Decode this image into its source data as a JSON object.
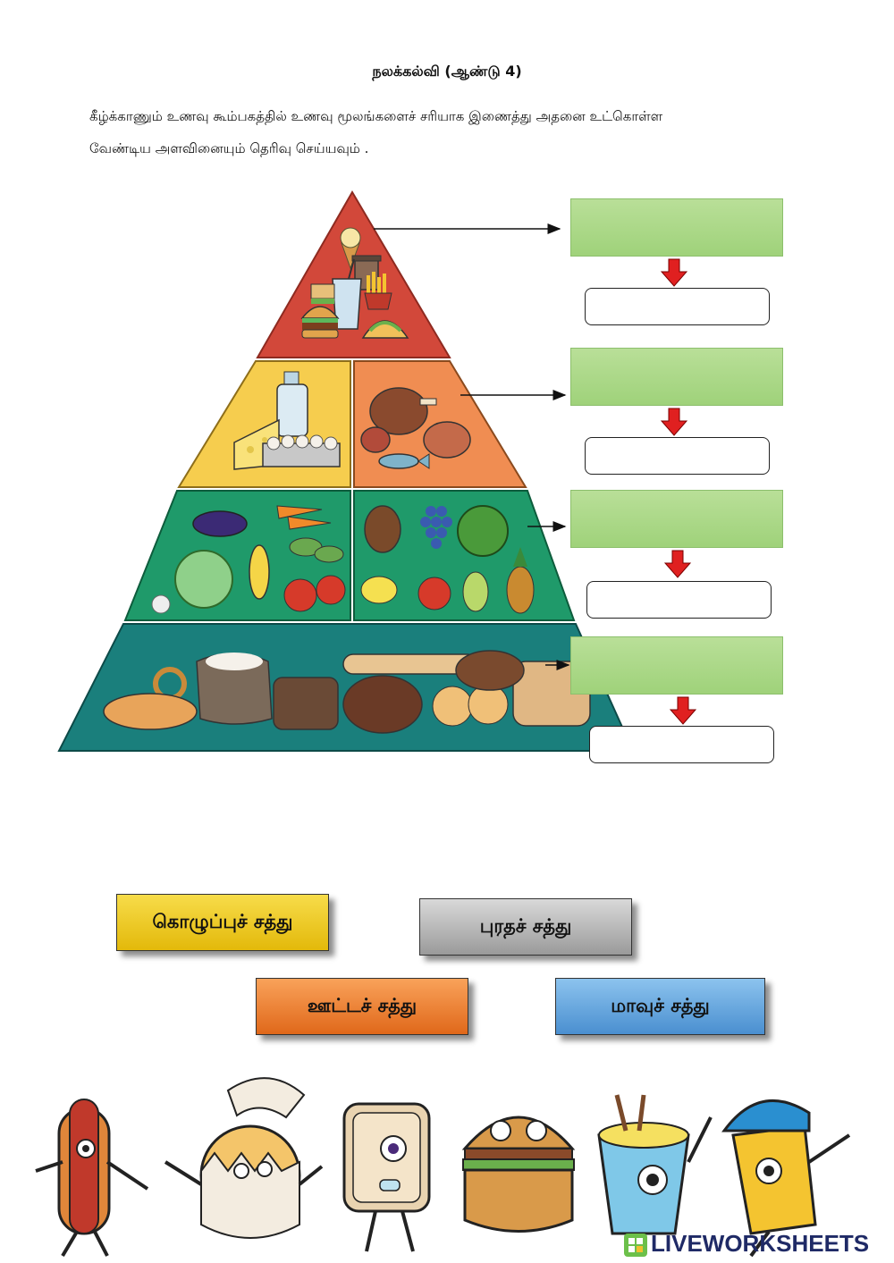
{
  "header": {
    "title": "நலக்கல்வி (ஆண்டு 4)",
    "instruction_line1": "கீழ்க்காணும் உணவு கூம்பகத்தில் உணவு மூலங்களைச் சரியாக இணைத்து  அதனை உட்கொள்ள",
    "instruction_line2": "வேண்டிய அளவினையும் தெரிவு செய்யவும் ."
  },
  "pyramid": {
    "tiers": [
      {
        "name": "fats-oils-sweets",
        "color": "#d2483a",
        "items": [
          "ice-cream",
          "coffee",
          "fries",
          "soda",
          "burger",
          "taco",
          "sandwich"
        ]
      },
      {
        "name": "dairy-protein",
        "colors": [
          "#f6cd4e",
          "#f08d52"
        ],
        "items": [
          "milk-bottle",
          "cheese",
          "eggs",
          "chicken",
          "meat",
          "fish"
        ]
      },
      {
        "name": "vegetables-fruits",
        "color": "#1f9a6a",
        "items": [
          "eggplant",
          "carrot",
          "cabbage",
          "corn",
          "cucumber",
          "tomato",
          "garlic",
          "coconut",
          "grapes",
          "watermelon",
          "lemon",
          "apple",
          "pear",
          "pineapple"
        ]
      },
      {
        "name": "grains",
        "color": "#1a7f7c",
        "items": [
          "bread",
          "flour-sack",
          "pretzel",
          "bun",
          "loaf",
          "croissant"
        ]
      }
    ]
  },
  "answer_targets": [
    {
      "drop_zone": "",
      "quantity": ""
    },
    {
      "drop_zone": "",
      "quantity": ""
    },
    {
      "drop_zone": "",
      "quantity": ""
    },
    {
      "drop_zone": "",
      "quantity": ""
    }
  ],
  "options": {
    "fat": {
      "label": "கொழுப்புச் சத்து",
      "color": "#f1c40f"
    },
    "protein": {
      "label": "புரதச் சத்து",
      "color": "#a7a7a7"
    },
    "vitamin": {
      "label": "ஊட்டச் சத்து",
      "color": "#f07b27"
    },
    "carb": {
      "label": "மாவுச் சத்து",
      "color": "#5d9fd9"
    }
  },
  "footer": {
    "characters": [
      "hotdog-character",
      "egg-character",
      "sandwich-character",
      "burger-character",
      "noodle-cup-character",
      "drink-cup-character"
    ],
    "brand": "LIVEWORKSHEETS"
  }
}
